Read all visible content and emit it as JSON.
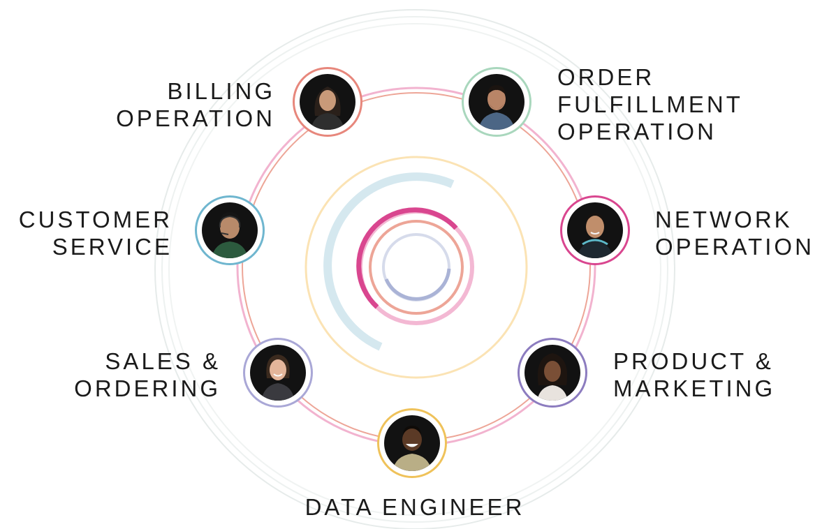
{
  "roles": [
    {
      "id": "billing",
      "lines": [
        "BILLING",
        "OPERATION"
      ],
      "color": "#e7877c",
      "photo": "woman-long-dark-hair"
    },
    {
      "id": "order-fulfillment",
      "lines": [
        "ORDER",
        "FULFILLMENT",
        "OPERATION"
      ],
      "color": "#a9d7bd",
      "photo": "man-beard-blue-shirt"
    },
    {
      "id": "customer-service",
      "lines": [
        "CUSTOMER",
        "SERVICE"
      ],
      "color": "#6fb6cf",
      "photo": "man-headset-green-shirt"
    },
    {
      "id": "network",
      "lines": [
        "NETWORK",
        "OPERATION"
      ],
      "color": "#d9468f",
      "photo": "man-smiling-headphones"
    },
    {
      "id": "sales",
      "lines": [
        "SALES &",
        "ORDERING"
      ],
      "color": "#a9a7d6",
      "photo": "woman-ponytail-smiling"
    },
    {
      "id": "product",
      "lines": [
        "PRODUCT &",
        "MARKETING"
      ],
      "color": "#8c7cbf",
      "photo": "woman-curly-hair"
    },
    {
      "id": "data-engineer",
      "lines": [
        "DATA ENGINEER"
      ],
      "color": "#efc25a",
      "photo": "man-smiling-plaid-shirt"
    }
  ],
  "palette": {
    "outer_rings": "#e4e9e8",
    "pink_ring": "#f2b3cf",
    "salmon_ring": "#eda597",
    "yellow_ring": "#fbe3b4",
    "teal_arc": "#d5e8ef",
    "magenta_arc": "#d9468f",
    "lavender_ring": "#d6dbeb"
  }
}
